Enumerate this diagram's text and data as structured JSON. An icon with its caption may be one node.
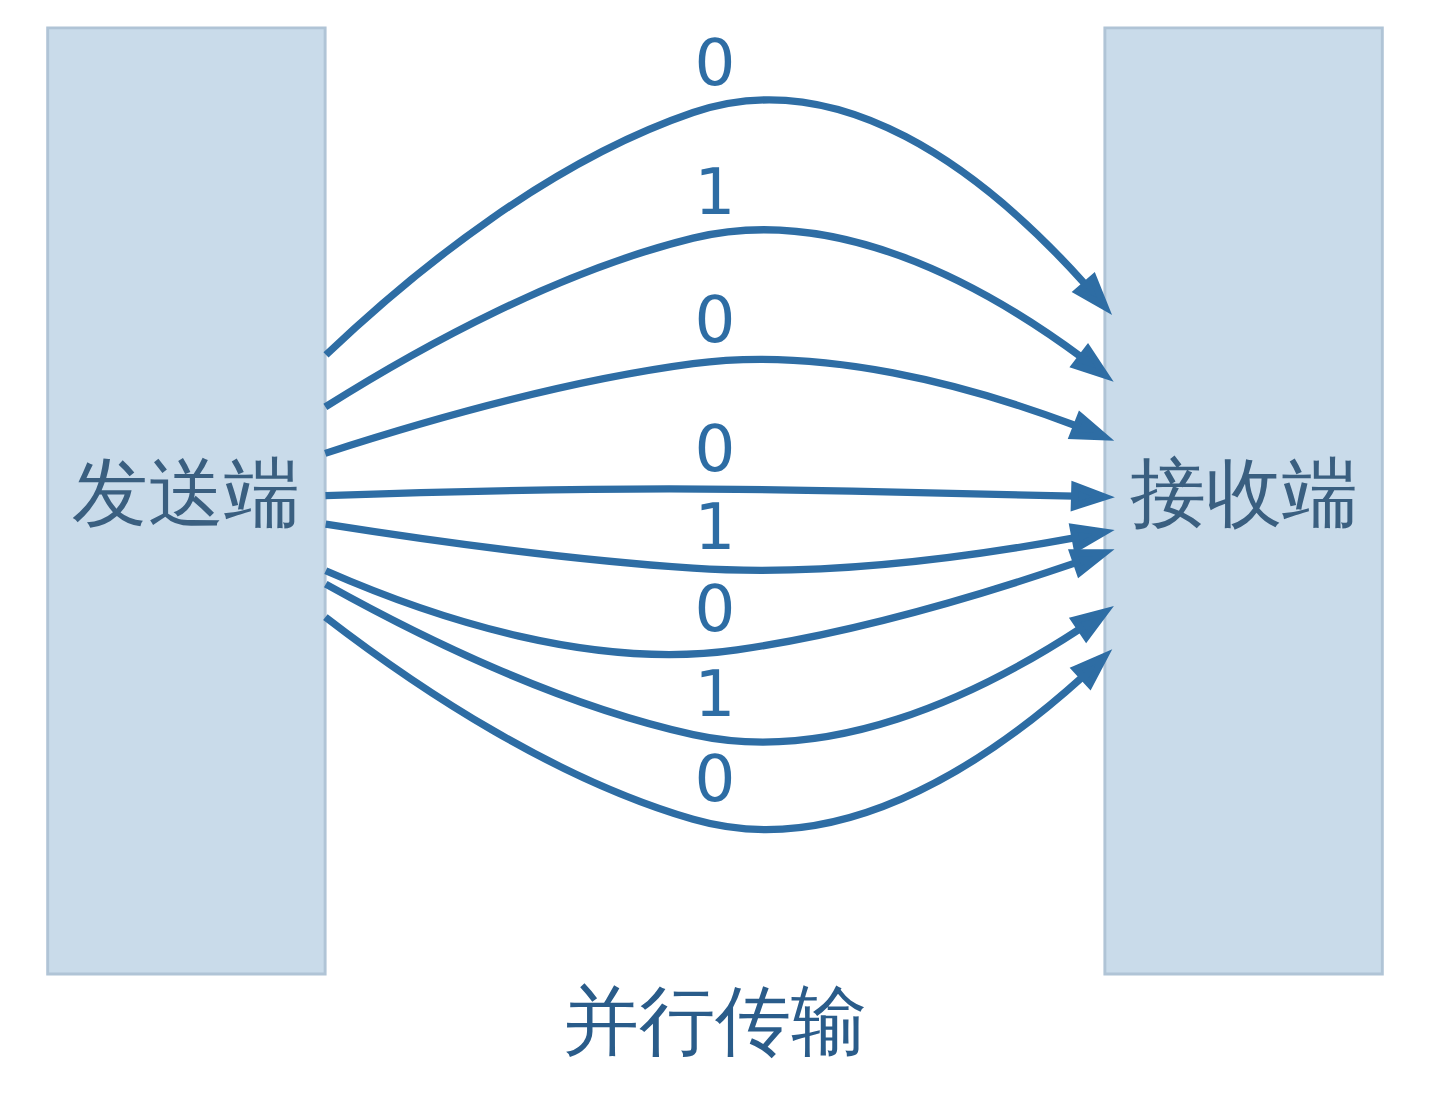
{
  "diagram": {
    "title": "并行传输",
    "nodes": [
      {
        "text": [
          "发送端"
        ]
      },
      {
        "text": [
          "接收端"
        ]
      }
    ],
    "edges": [
      {
        "from": 0,
        "to": 1,
        "arrow": "to",
        "label": "0"
      },
      {
        "from": 0,
        "to": 1,
        "arrow": "to",
        "label": "1"
      },
      {
        "from": 0,
        "to": 1,
        "arrow": "to",
        "label": "0"
      },
      {
        "from": 0,
        "to": 1,
        "arrow": "to",
        "label": "0"
      },
      {
        "from": 0,
        "to": 1,
        "arrow": "to",
        "label": "1"
      },
      {
        "from": 0,
        "to": 1,
        "arrow": "to",
        "label": "0"
      },
      {
        "from": 0,
        "to": 1,
        "arrow": "to",
        "label": "1"
      },
      {
        "from": 0,
        "to": 1,
        "arrow": "to",
        "label": "0"
      }
    ]
  }
}
